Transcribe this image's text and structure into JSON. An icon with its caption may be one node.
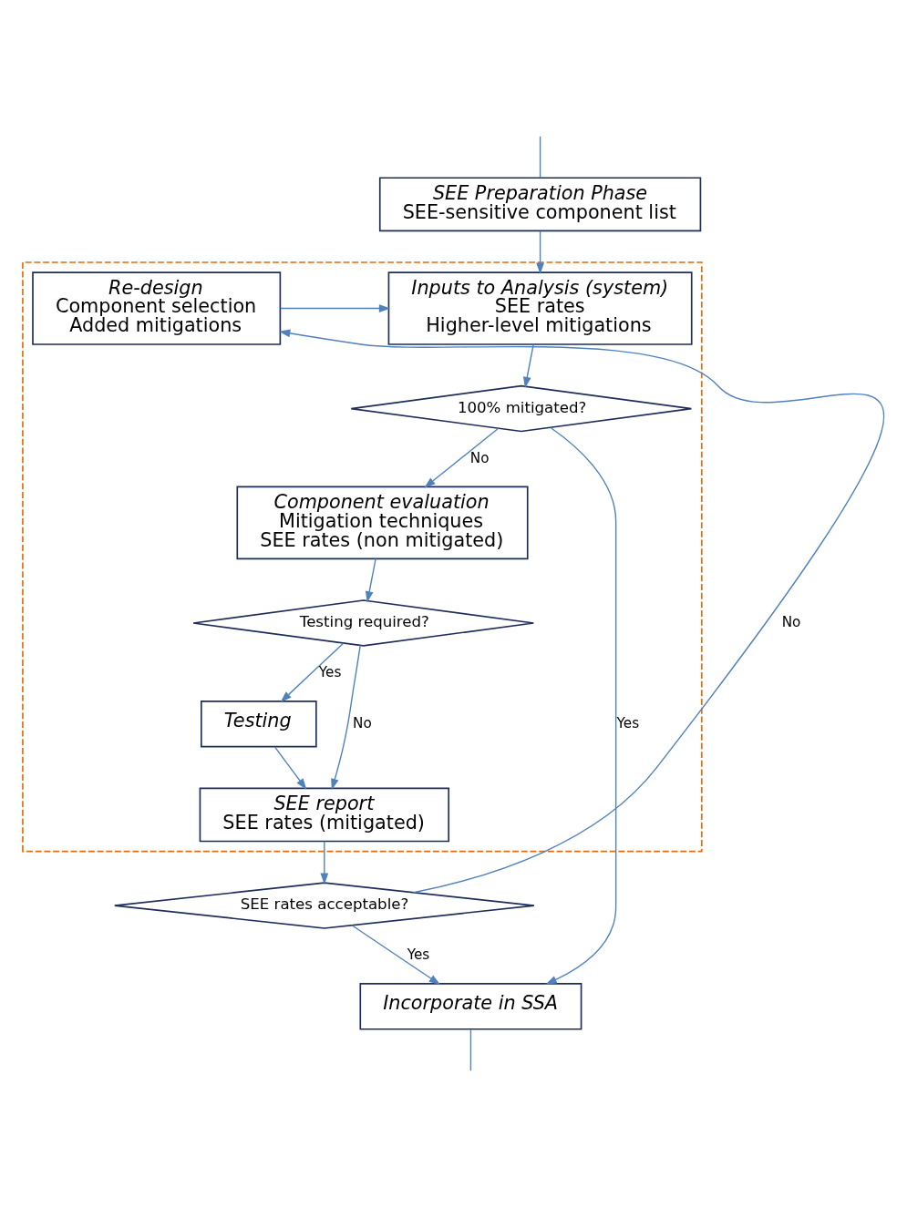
{
  "diagram": {
    "nodes": [
      {
        "text": [
          "SEE Preparation Phase",
          "SEE-sensitive component list"
        ]
      },
      {
        "text": [],
        "shape": "box"
      },
      {
        "text": [
          "Inputs to Analysis (system)",
          "SEE rates",
          "Higher-level mitigations"
        ],
        "in": 1
      },
      {
        "text": [
          "Re-design",
          "Component selection",
          "Added mitigations"
        ],
        "in": 1
      },
      {
        "text": [
          "100% mitigated?"
        ],
        "in": 1
      },
      {
        "text": [
          "Component evaluation",
          "Mitigation techniques",
          "SEE rates (non mitigated)"
        ],
        "in": 1
      },
      {
        "text": [
          "Testing required?"
        ],
        "in": 1
      },
      {
        "text": [
          "Testing"
        ],
        "in": 1
      },
      {
        "text": [
          "SEE report",
          "SEE rates (mitigated)"
        ],
        "in": 1
      },
      {
        "text": [
          "SEE rates acceptable?"
        ]
      },
      {
        "text": [
          "Incorporate in SSA"
        ]
      }
    ],
    "edges": [
      {
        "from": null,
        "to": 0,
        "arrow": "none"
      },
      {
        "from": 0,
        "to": 2,
        "arrow": "to"
      },
      {
        "from": 3,
        "to": 2,
        "arrow": "to"
      },
      {
        "from": 2,
        "to": 4,
        "arrow": "to"
      },
      {
        "from": 4,
        "to": 10,
        "arrow": "to",
        "label": "Yes"
      },
      {
        "from": 4,
        "to": 5,
        "arrow": "to",
        "label": "No"
      },
      {
        "from": 5,
        "to": 6,
        "arrow": "to"
      },
      {
        "from": 6,
        "to": 7,
        "arrow": "to",
        "label": "Yes"
      },
      {
        "from": 6,
        "to": 8,
        "arrow": "to",
        "label": "No"
      },
      {
        "from": 7,
        "to": 8,
        "arrow": "to"
      },
      {
        "from": 8,
        "to": 9,
        "arrow": "to"
      },
      {
        "from": 9,
        "to": 10,
        "arrow": "to",
        "label": "Yes"
      },
      {
        "from": 9,
        "to": 3,
        "arrow": "to",
        "label": "No"
      },
      {
        "from": 10,
        "to": null,
        "arrow": "none"
      }
    ]
  }
}
